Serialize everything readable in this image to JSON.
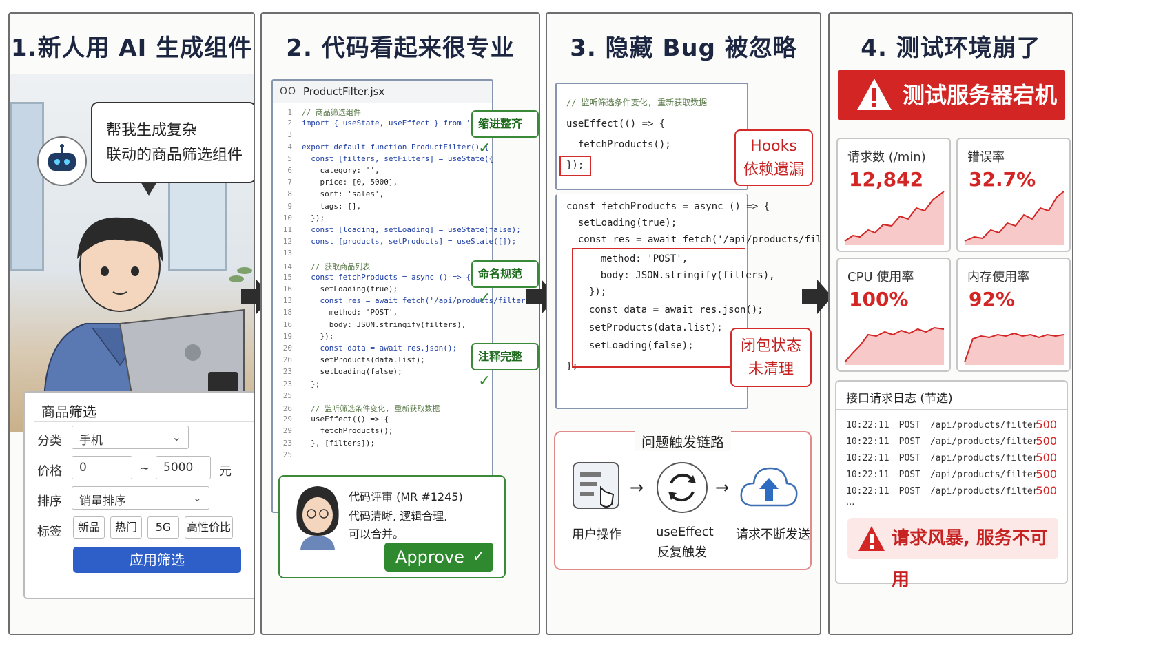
{
  "panels": [
    {
      "title": "1.新人用 AI 生成组件"
    },
    {
      "title": "2. 代码看起来很专业"
    },
    {
      "title": "3. 隐藏 Bug 被忽略"
    },
    {
      "title": "4. 测试环境崩了"
    }
  ],
  "p1": {
    "bubble_line1": "帮我生成复杂",
    "bubble_line2": "联动的商品筛选组件",
    "filter_title": "商品筛选",
    "category_label": "分类",
    "category_value": "手机",
    "price_label": "价格",
    "price_min": "0",
    "price_sep": "~",
    "price_max": "5000",
    "price_unit": "元",
    "sort_label": "排序",
    "sort_value": "销量排序",
    "tags_label": "标签",
    "tags": [
      "新品",
      "热门",
      "5G",
      "高性价比"
    ],
    "apply_label": "应用筛选"
  },
  "p2": {
    "filename": "ProductFilter.jsx",
    "window_controls": "OO",
    "code": [
      {
        "n": "1",
        "t": "// 商品筛选组件"
      },
      {
        "n": "2",
        "t": "import { useState, useEffect } from 'react';"
      },
      {
        "n": "3",
        "t": ""
      },
      {
        "n": "4",
        "t": "export default function ProductFilter() {"
      },
      {
        "n": "5",
        "t": "  const [filters, setFilters] = useState({"
      },
      {
        "n": "6",
        "t": "    category: '',"
      },
      {
        "n": "7",
        "t": "    price: [0, 5000],"
      },
      {
        "n": "8",
        "t": "    sort: 'sales',"
      },
      {
        "n": "9",
        "t": "    tags: [],"
      },
      {
        "n": "10",
        "t": "  });"
      },
      {
        "n": "11",
        "t": "  const [loading, setLoading] = useState(false);"
      },
      {
        "n": "12",
        "t": "  const [products, setProducts] = useState([]);"
      },
      {
        "n": "13",
        "t": ""
      },
      {
        "n": "14",
        "t": "  // 获取商品列表"
      },
      {
        "n": "15",
        "t": "  const fetchProducts = async () => {"
      },
      {
        "n": "16",
        "t": "    setLoading(true);"
      },
      {
        "n": "13",
        "t": "    const res = await fetch('/api/products/filter', {"
      },
      {
        "n": "18",
        "t": "      method: 'POST',"
      },
      {
        "n": "16",
        "t": "      body: JSON.stringify(filters),"
      },
      {
        "n": "19",
        "t": "    });"
      },
      {
        "n": "20",
        "t": "    const data = await res.json();"
      },
      {
        "n": "26",
        "t": "    setProducts(data.list);"
      },
      {
        "n": "23",
        "t": "    setLoading(false);"
      },
      {
        "n": "23",
        "t": "  };"
      },
      {
        "n": "25",
        "t": ""
      },
      {
        "n": "26",
        "t": "  // 监听筛选条件变化, 重新获取数据"
      },
      {
        "n": "29",
        "t": "  useEffect(() => {"
      },
      {
        "n": "29",
        "t": "    fetchProducts();"
      },
      {
        "n": "23",
        "t": "  }, [filters]);"
      },
      {
        "n": "25",
        "t": ""
      }
    ],
    "badges": [
      "缩进整齐",
      "命名规范",
      "注释完整"
    ],
    "review_title": "代码评审 (MR #1245)",
    "review_line1": "代码清晰, 逻辑合理,",
    "review_line2": "可以合并。",
    "approve_label": "Approve"
  },
  "p3": {
    "code_top": [
      "// 监听筛选条件变化, 重新获取数据",
      "useEffect(() => {",
      "  fetchProducts();",
      "});"
    ],
    "code_bottom": [
      "const fetchProducts = async () => {",
      "  setLoading(true);",
      "  const res = await fetch('/api/products/filter', {",
      "    method: 'POST',",
      "    body: JSON.stringify(filters),",
      "  });",
      "  const data = await res.json();",
      "  setProducts(data.list);",
      "  setLoading(false);",
      "};"
    ],
    "callout1_line1": "Hooks",
    "callout1_line2": "依赖遗漏",
    "callout2_line1": "闭包状态",
    "callout2_line2": "未清理",
    "chain_title": "问题触发链路",
    "chain_step1": "用户操作",
    "chain_step2_line1": "useEffect",
    "chain_step2_line2": "反复触发",
    "chain_step3": "请求不断发送"
  },
  "p4": {
    "banner": "测试服务器宕机",
    "metrics": [
      {
        "label": "请求数 (/min)",
        "value": "12,842"
      },
      {
        "label": "错误率",
        "value": "32.7%"
      },
      {
        "label": "CPU 使用率",
        "value": "100%"
      },
      {
        "label": "内存使用率",
        "value": "92%"
      }
    ],
    "log_title": "接口请求日志 (节选)",
    "logs": [
      {
        "time": "10:22:11",
        "method": "POST",
        "path": "/api/products/filter",
        "code": "500"
      },
      {
        "time": "10:22:11",
        "method": "POST",
        "path": "/api/products/filter",
        "code": "500"
      },
      {
        "time": "10:22:11",
        "method": "POST",
        "path": "/api/products/filter",
        "code": "500"
      },
      {
        "time": "10:22:11",
        "method": "POST",
        "path": "/api/products/filter",
        "code": "500"
      },
      {
        "time": "10:22:11",
        "method": "POST",
        "path": "/api/products/filter",
        "code": "500"
      }
    ],
    "log_more": "...",
    "storm": "请求风暴, 服务不可用"
  },
  "colors": {
    "accent_red": "#d42525",
    "accent_green": "#2f8a2f",
    "accent_blue": "#2e5fc9"
  }
}
